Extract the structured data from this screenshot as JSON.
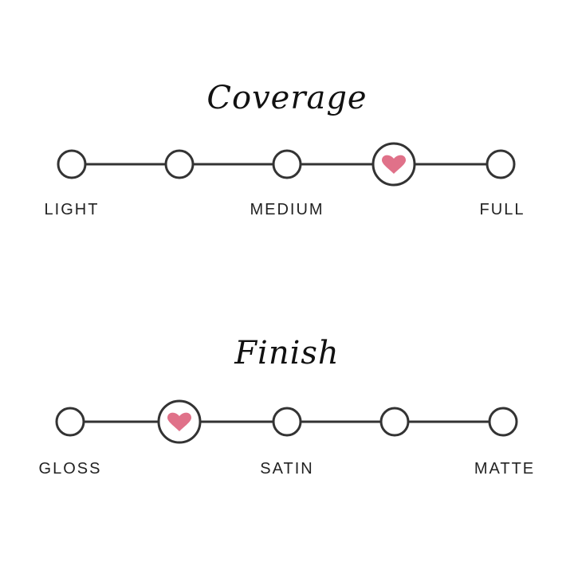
{
  "coverage": {
    "title": "Coverage",
    "labels": [
      "LIGHT",
      "MEDIUM",
      "FULL"
    ],
    "steps": 5,
    "selected_index": 3
  },
  "finish": {
    "title": "Finish",
    "labels": [
      "GLOSS",
      "SATIN",
      "MATTE"
    ],
    "steps": 5,
    "selected_index": 1
  },
  "colors": {
    "line": "#333333",
    "heart": "#e07189"
  }
}
